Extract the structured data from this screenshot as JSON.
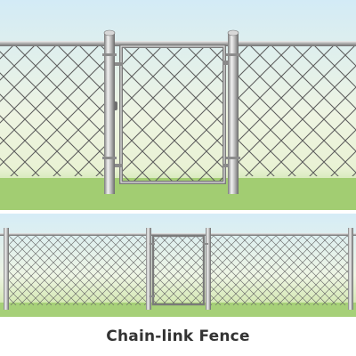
{
  "caption": "Chain-link Fence",
  "scenes": [
    {
      "id": "close-up",
      "sky_top": "#d6ecf5",
      "sky_mid": "#edf4e8",
      "ground": "#9ccb6c"
    },
    {
      "id": "wide",
      "sky_top": "#d6ecf5",
      "sky_mid": "#eef5e6",
      "ground": "#a6d078"
    }
  ],
  "colors": {
    "post_light": "#eeeeee",
    "post_mid": "#b5b5b5",
    "post_dark": "#6d6d6d",
    "mesh": "#555555",
    "caption": "#333333"
  },
  "icons": [
    "fence-post",
    "gate-frame",
    "chain-link-mesh",
    "gate-hinge",
    "gate-latch"
  ]
}
